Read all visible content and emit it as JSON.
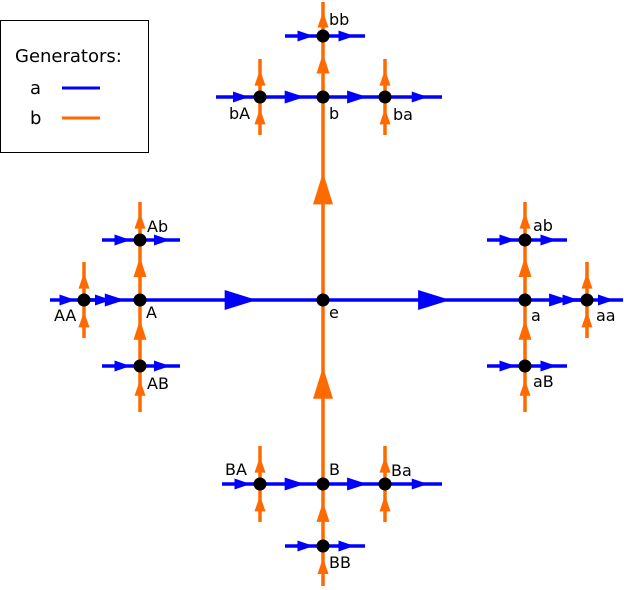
{
  "legend": {
    "title": "Generators:",
    "items": [
      {
        "key": "a",
        "label": "a",
        "color": "#0000ff"
      },
      {
        "key": "b",
        "label": "b",
        "color": "#ff6a00"
      }
    ]
  },
  "colors": {
    "a": "#0000ff",
    "b": "#ff6a00",
    "node": "#000000"
  },
  "nodes": [
    {
      "id": "e",
      "label": "e"
    },
    {
      "id": "a",
      "label": "a"
    },
    {
      "id": "aa",
      "label": "aa"
    },
    {
      "id": "ab",
      "label": "ab"
    },
    {
      "id": "aB",
      "label": "aB"
    },
    {
      "id": "A",
      "label": "A"
    },
    {
      "id": "AA",
      "label": "AA"
    },
    {
      "id": "Ab",
      "label": "Ab"
    },
    {
      "id": "AB",
      "label": "AB"
    },
    {
      "id": "b",
      "label": "b"
    },
    {
      "id": "bb",
      "label": "bb"
    },
    {
      "id": "ba",
      "label": "ba"
    },
    {
      "id": "bA",
      "label": "bA"
    },
    {
      "id": "B",
      "label": "B"
    },
    {
      "id": "BB",
      "label": "BB"
    },
    {
      "id": "Ba",
      "label": "Ba"
    },
    {
      "id": "BA",
      "label": "BA"
    }
  ],
  "edges": [
    {
      "from": "e",
      "to": "a",
      "gen": "a"
    },
    {
      "from": "A",
      "to": "e",
      "gen": "a"
    },
    {
      "from": "e",
      "to": "b",
      "gen": "b"
    },
    {
      "from": "B",
      "to": "e",
      "gen": "b"
    },
    {
      "from": "a",
      "to": "aa",
      "gen": "a"
    },
    {
      "from": "a",
      "to": "ab",
      "gen": "b"
    },
    {
      "from": "aB",
      "to": "a",
      "gen": "b"
    },
    {
      "from": "AA",
      "to": "A",
      "gen": "a"
    },
    {
      "from": "A",
      "to": "Ab",
      "gen": "b"
    },
    {
      "from": "AB",
      "to": "A",
      "gen": "b"
    },
    {
      "from": "b",
      "to": "bb",
      "gen": "b"
    },
    {
      "from": "b",
      "to": "ba",
      "gen": "a"
    },
    {
      "from": "bA",
      "to": "b",
      "gen": "a"
    },
    {
      "from": "BB",
      "to": "B",
      "gen": "b"
    },
    {
      "from": "B",
      "to": "Ba",
      "gen": "a"
    },
    {
      "from": "BA",
      "to": "B",
      "gen": "a"
    }
  ]
}
